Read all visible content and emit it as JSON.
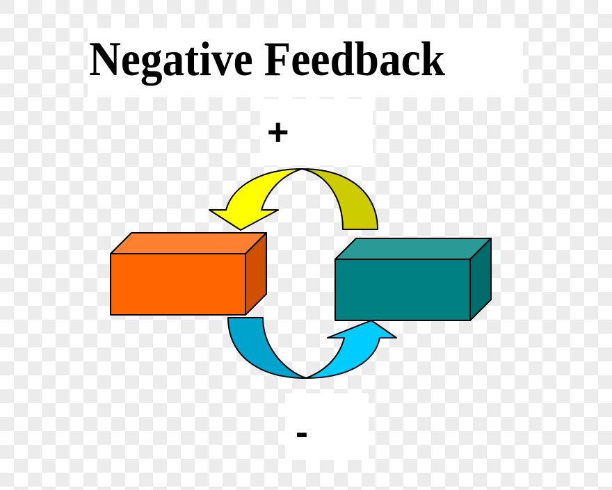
{
  "title": "Negative Feedback",
  "top_sign": "+",
  "bottom_sign": "-",
  "colors": {
    "checker_light": "#ffffff",
    "checker_dark": "#ececec",
    "orange_front": "#ff6600",
    "orange_top": "#ff8030",
    "orange_side": "#d05000",
    "teal_front": "#008080",
    "teal_top": "#2a9a96",
    "teal_side": "#006b6b",
    "yellow_arrow_front": "#ffff00",
    "yellow_arrow_back": "#cccc00",
    "blue_arrow_back": "#00a3cc",
    "blue_arrow_front": "#00ccff",
    "outline": "#000000"
  },
  "shapes": {
    "left_box": "orange-3d-box",
    "right_box": "teal-3d-box",
    "top_arrow": "yellow-curved-arrow-pointing-to-left-box",
    "bottom_arrow": "blue-curved-arrow-pointing-to-right-box"
  }
}
